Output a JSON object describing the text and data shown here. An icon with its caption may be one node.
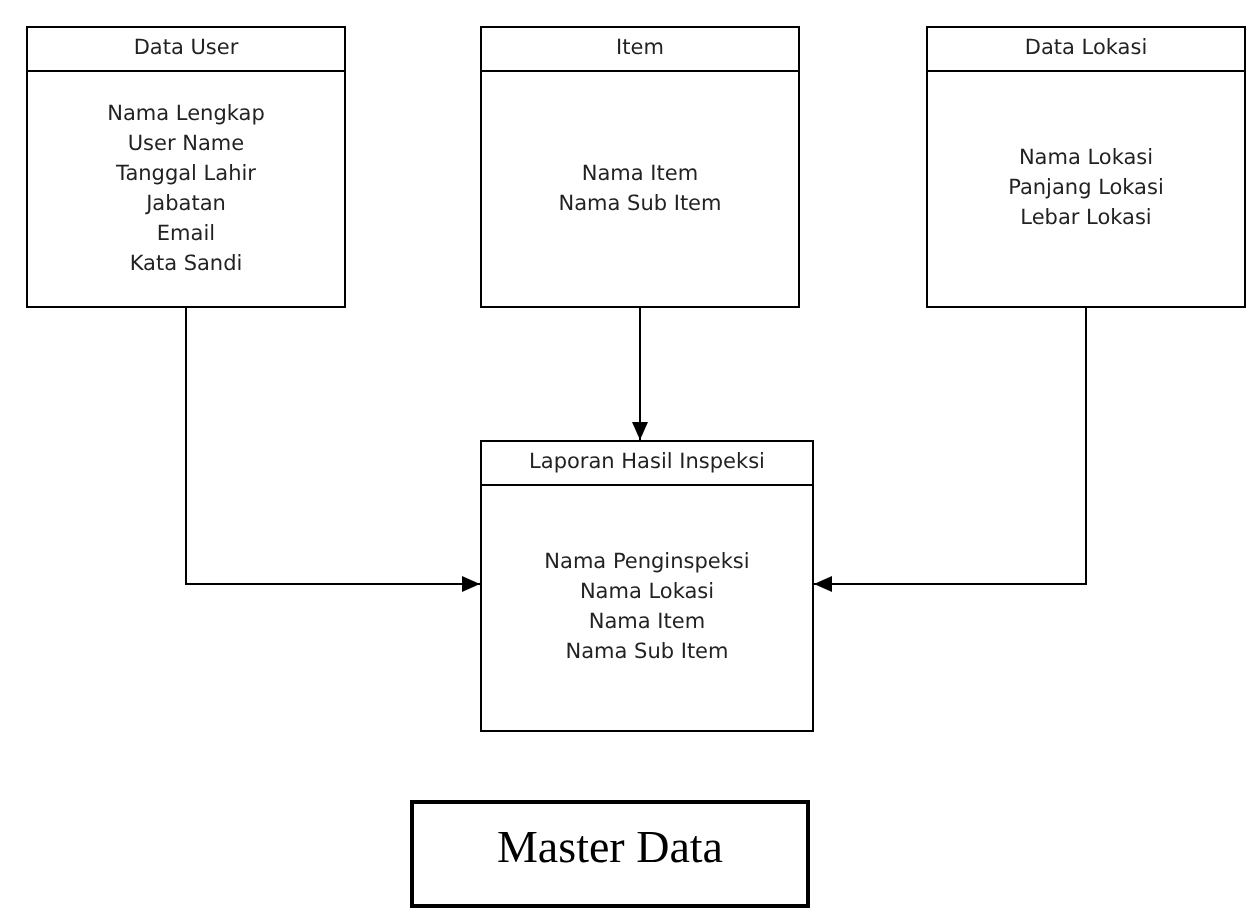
{
  "diagram": {
    "nodes": [
      {
        "text": [
          "Data User",
          "Nama Lengkap",
          "User Name",
          "Tanggal Lahir",
          "Jabatan",
          "Email",
          "Kata Sandi"
        ]
      },
      {
        "text": [
          "Item",
          "Nama Item",
          "Nama Sub Item"
        ]
      },
      {
        "text": [
          "Data Lokasi",
          "Nama Lokasi",
          "Panjang Lokasi",
          "Lebar Lokasi"
        ]
      },
      {
        "text": [
          "Laporan Hasil Inspeksi",
          "Nama Penginspeksi",
          "Nama Lokasi",
          "Nama Item",
          "Nama Sub Item"
        ]
      },
      {
        "text": [
          "Master Data"
        ]
      }
    ],
    "edges": [
      {
        "from": 0,
        "to": 3,
        "arrow": "to"
      },
      {
        "from": 1,
        "to": 3,
        "arrow": "to"
      },
      {
        "from": 2,
        "to": 3,
        "arrow": "to"
      }
    ]
  }
}
